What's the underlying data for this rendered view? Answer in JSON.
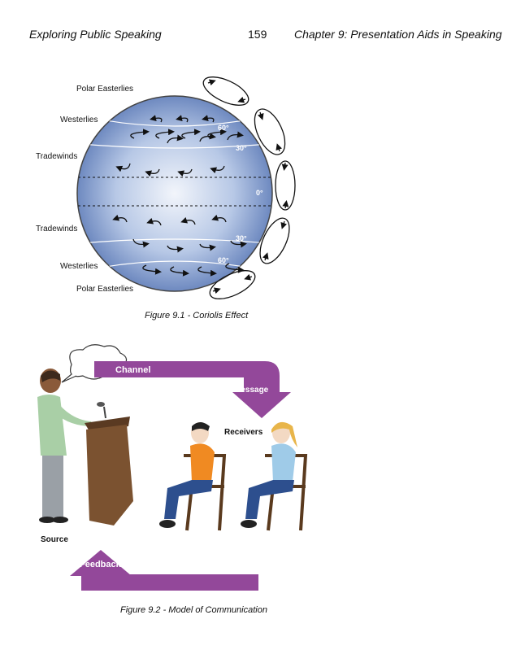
{
  "header": {
    "book_title": "Exploring Public Speaking",
    "page_number": "159",
    "chapter_title": "Chapter 9: Presentation Aids in Speaking"
  },
  "figure1": {
    "caption": "Figure 9.1 - Coriolis Effect",
    "left_labels": [
      "Polar Easterlies",
      "Westerlies",
      "Tradewinds",
      "Tradewinds",
      "Westerlies",
      "Polar Easterlies"
    ],
    "latitude_labels": [
      "60°",
      "30°",
      "0°",
      "30°",
      "60°"
    ],
    "colors": {
      "globe_center": "#dde6f3",
      "globe_edge": "#5b79b6"
    }
  },
  "figure2": {
    "caption": "Figure 9.2 - Model of Communication",
    "labels": {
      "channel": "Channel",
      "message": "Message",
      "receivers": "Receivers",
      "source": "Source",
      "feedback": "Feedback"
    },
    "colors": {
      "arrow_purple": "#93489a",
      "podium": "#7b5230",
      "shirt_orange": "#f08a22",
      "shirt_blue": "#9fcbe8"
    }
  }
}
